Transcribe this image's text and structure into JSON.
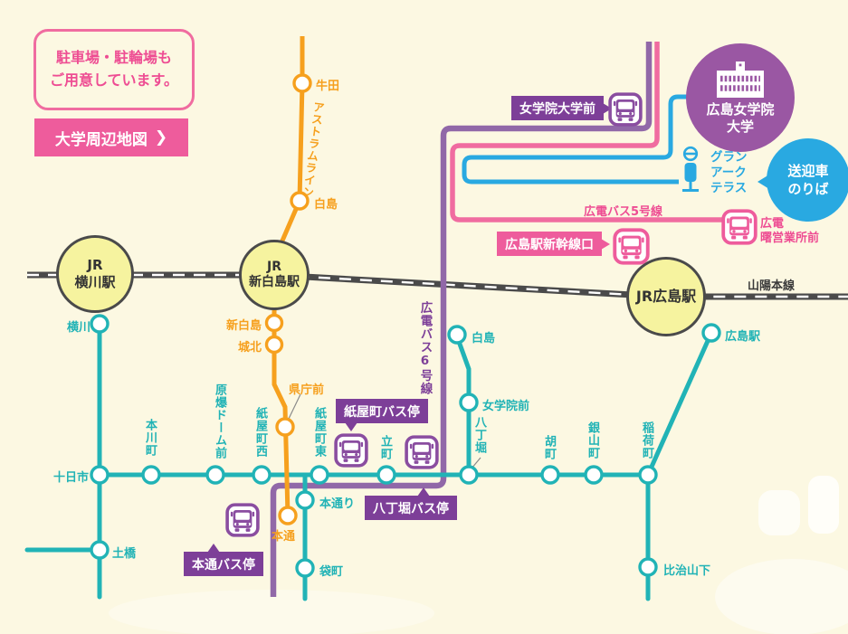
{
  "colors": {
    "background": "#fcf8e2",
    "teal_tram": "#21b3b6",
    "orange_astram": "#f6a01e",
    "purple_bus_line": "#9168a8",
    "purple_label": "#7d3f98",
    "pink_bus_line": "#f06ca0",
    "pink_label": "#ee5c9c",
    "blue_shuttle": "#29a9e1",
    "jr_line": "#4a4a4a",
    "jr_station_fill": "#f6f39f",
    "university_purple": "#9a57a3"
  },
  "info_box": {
    "line1": "駐車場・駐輪場も",
    "line2": "ご用意しています。"
  },
  "map_button": {
    "label": "大学周辺地図",
    "chevron": "❯"
  },
  "university": {
    "line1": "広島女学院",
    "line2": "大学"
  },
  "shuttle_stop": {
    "facility_line1": "グラン",
    "facility_line2": "アーク",
    "facility_line3": "テラス",
    "bubble_line1": "送迎車",
    "bubble_line2": "のりば"
  },
  "bus": {
    "line5_label": "広電バス5号線",
    "line6_label": "広電バス6号線",
    "stop_jogakuin": "女学院大学前",
    "stop_shinkansen": "広島駅新幹線口",
    "stop_akebono_line1": "広電",
    "stop_akebono_line2": "曙営業所前",
    "stop_kamiyacho": "紙屋町バス停",
    "stop_hatchobori": "八丁堀バス停",
    "stop_hondori": "本通バス停"
  },
  "jr": {
    "yokogawa_line1": "JR",
    "yokogawa_line2": "横川駅",
    "shinhakushima_line1": "JR",
    "shinhakushima_line2": "新白島駅",
    "hiroshima": "JR広島駅",
    "sanyo_label": "山陽本線"
  },
  "astram": {
    "line_label": "アストラムライン",
    "ushita": "牛田",
    "hakushima": "白島",
    "shinhakushima": "新白島",
    "johoku": "城北",
    "kenchomae": "県庁前",
    "hondori": "本通"
  },
  "tram": {
    "yokogawa": "横川",
    "tokaichi": "十日市",
    "dobashi": "土橋",
    "honkawacho": "本川町",
    "genbaku_dome_mae": "原爆ドーム前",
    "kamiyacho_nishi": "紙屋町西",
    "kamiyacho_higashi": "紙屋町東",
    "tatemachi": "立町",
    "hatchobori": "八丁堀",
    "ebisucho": "胡町",
    "kanayamacho": "銀山町",
    "inarimachi": "稲荷町",
    "hiroshima_eki": "広島駅",
    "hakushima": "白島",
    "jogakuin_mae": "女学院前",
    "hondori": "本通り",
    "fukuromachi": "袋町",
    "hijiyamashita": "比治山下"
  }
}
